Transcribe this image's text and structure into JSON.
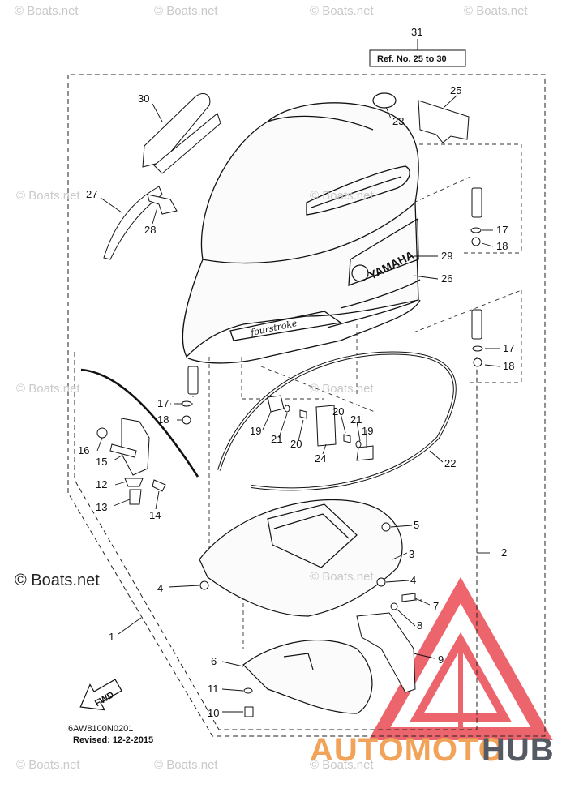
{
  "watermarks": [
    "© Boats.net",
    "© Boats.net",
    "© Boats.net",
    "© Boats.net",
    "© Boats.net",
    "© Boats.net",
    "© Boats.net",
    "© Boats.net",
    "© Boats.net",
    "© Boats.net",
    "© Boats.net",
    "© Boats.net"
  ],
  "main_watermark": "© Boats.net",
  "ref_box": "Ref. No. 25 to 30",
  "callouts": {
    "n31": "31",
    "n25": "25",
    "n30": "30",
    "n23": "23",
    "n27": "27",
    "n28": "28",
    "n17a": "17",
    "n18a": "18",
    "n29": "29",
    "n26": "26",
    "n17b": "17",
    "n18b": "18",
    "n17c": "17",
    "n18c": "18",
    "n16": "16",
    "n15": "15",
    "n12": "12",
    "n13": "13",
    "n14": "14",
    "n19a": "19",
    "n21a": "21",
    "n20a": "20",
    "n20b": "20",
    "n21b": "21",
    "n19b": "19",
    "n24": "24",
    "n22": "22",
    "n5": "5",
    "n3": "3",
    "n2": "2",
    "n4a": "4",
    "n4b": "4",
    "n1": "1",
    "n7": "7",
    "n8": "8",
    "n9": "9",
    "n6": "6",
    "n11": "11",
    "n10": "10"
  },
  "cowl_labels": {
    "brand": "YAMAHA",
    "engine": "fourstroke"
  },
  "fwd_label": "FWD",
  "diagram_code": "6AW8100N0201",
  "revised": "Revised: 12-2-2015",
  "logo": {
    "part1": "AUTOMOTO",
    "part2": "HUB",
    "color1": "#f2a35a",
    "color2": "#555a63",
    "triangle_color": "#e8323c"
  }
}
